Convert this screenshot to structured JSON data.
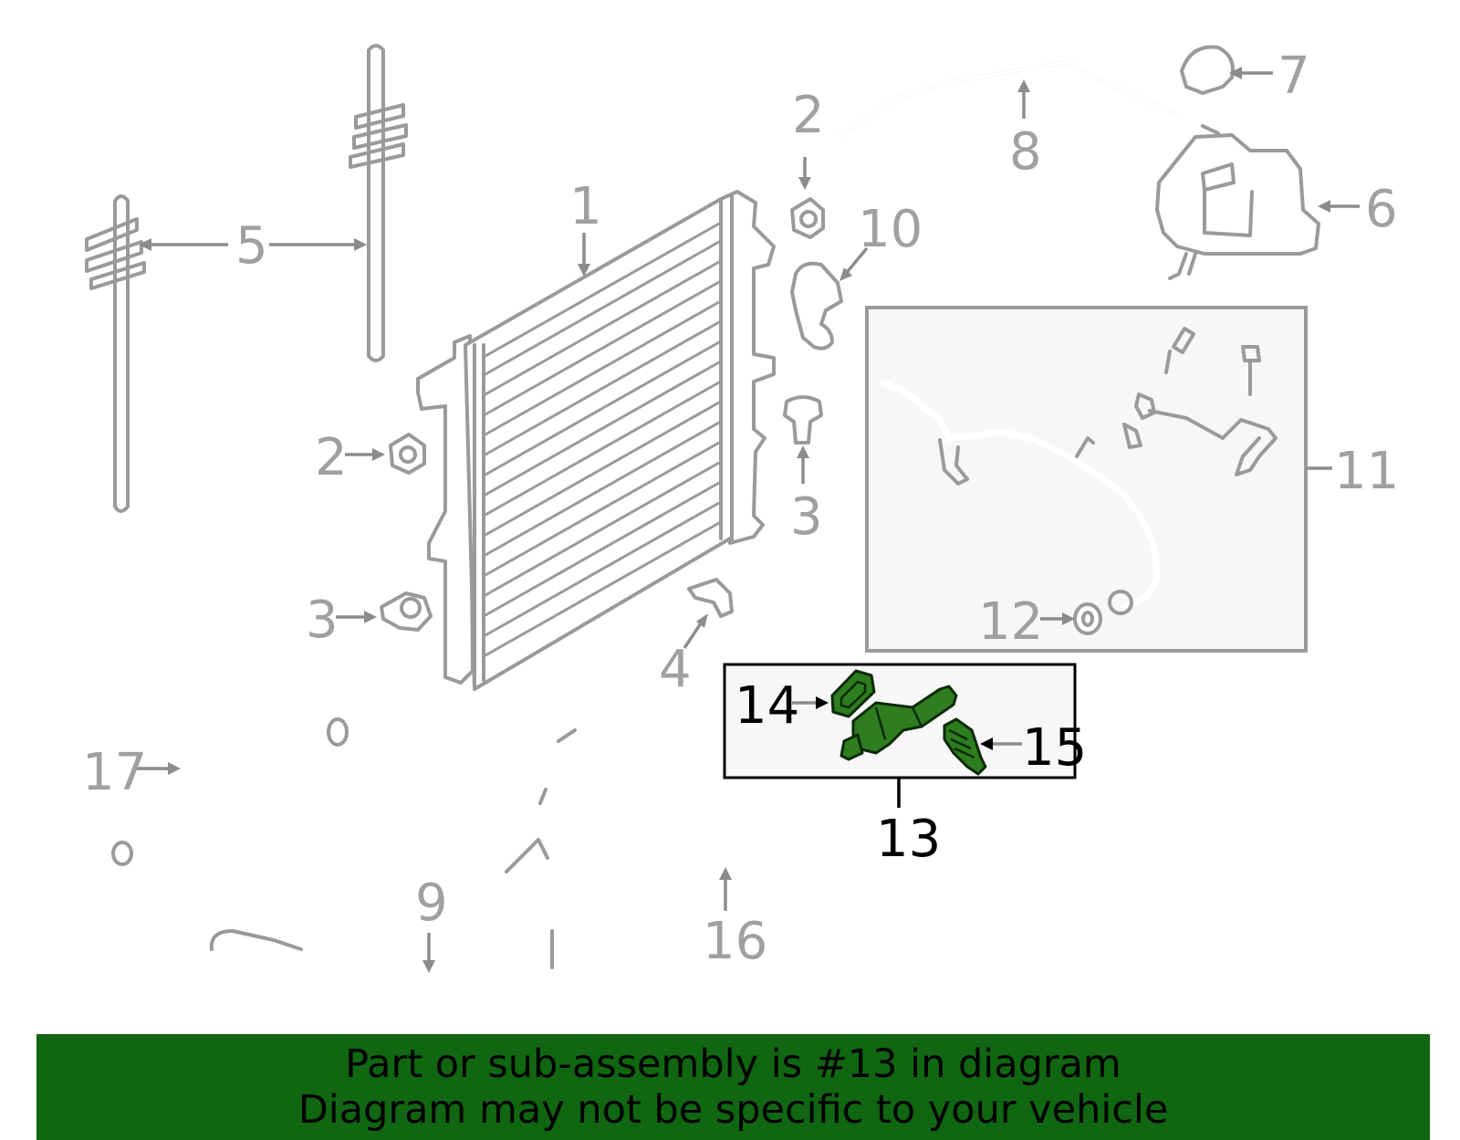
{
  "colors": {
    "part_stroke": "#9a9a9a",
    "label_gray": "#a0a0a0",
    "highlight_fill": "#2e7d1f",
    "banner_bg": "#116611",
    "box_fill": "#f7f7f7"
  },
  "labels": {
    "radiator": "1",
    "nut_upper": "2",
    "nut_lower": "2",
    "bolt_right": "3",
    "bolt_left": "3",
    "bracket": "4",
    "support_rod": "5",
    "reservoir": "6",
    "cap": "7",
    "overflow_hose": "8",
    "lower_hose": "9",
    "upper_connector": "10",
    "pipe_assembly": "11",
    "o_ring": "12",
    "sub_assembly": "13",
    "gasket": "14",
    "sensor": "15",
    "bypass_hose": "16",
    "upper_hose": "17"
  },
  "banner": {
    "line1": "Part or sub-assembly is #13 in diagram",
    "line2": "Diagram may not be specific to your vehicle"
  }
}
